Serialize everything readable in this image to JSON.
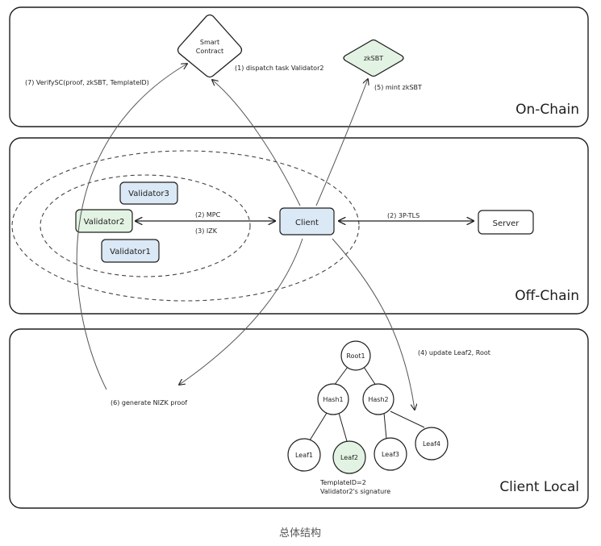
{
  "sections": {
    "on_chain": "On-Chain",
    "off_chain": "Off-Chain",
    "client_local": "Client Local"
  },
  "nodes": {
    "smart_contract": [
      "Smart",
      "Contract"
    ],
    "zksbt": "zkSBT",
    "validator3": "Validator3",
    "validator2": "Validator2",
    "validator1": "Validator1",
    "client": "Client",
    "server": "Server",
    "root": "Root1",
    "hash1": "Hash1",
    "hash2": "Hash2",
    "leaf1": "Leaf1",
    "leaf2": "Leaf2",
    "leaf3": "Leaf3",
    "leaf4": "Leaf4"
  },
  "edges": {
    "dispatch": "(1) dispatch task Validator2",
    "mpc": "(2) MPC",
    "tls": "(2) 3P-TLS",
    "izk": "(3) IZK",
    "update": "(4) update Leaf2, Root",
    "mint": "(5) mint zkSBT",
    "nizk": "(6) generate NIZK proof",
    "verify": "(7) VerifySC(proof, zkSBT, TemplateID)"
  },
  "leaf_note": [
    "TemplateID=2",
    "Validator2's signature"
  ],
  "caption": "总体结构",
  "colors": {
    "stroke": "#1e1e1e",
    "blue_fill": "#dbe8f5",
    "green_fill": "#e3f3e3"
  }
}
